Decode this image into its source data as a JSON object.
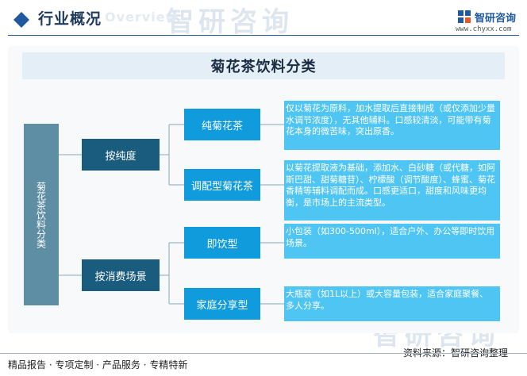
{
  "header": {
    "title": "行业概况",
    "ghost": "Overview",
    "logo_name": "智研咨询",
    "logo_url": "www.chyxx.com"
  },
  "diagram": {
    "title": "菊花茶饮料分类",
    "root": "菊花茶饮料分类",
    "branches": [
      {
        "label": "按纯度",
        "items": [
          {
            "label": "纯菊花茶",
            "desc": "仅以菊花为原料，加水提取后直接制成（或仅添加少量水调节浓度），无其他辅料。口感较清淡，可能带有菊花本身的微苦味，突出原香。"
          },
          {
            "label": "调配型菊花茶",
            "desc": "以菊花提取液为基础，添加水、白砂糖（或代糖，如阿斯巴甜、甜菊糖苷）、柠檬酸（调节酸度）、蜂蜜、菊花香精等辅料调配而成。口感更适口，甜度和风味更均衡，是市场上的主流类型。"
          }
        ]
      },
      {
        "label": "按消费场景",
        "items": [
          {
            "label": "即饮型",
            "desc": "小包装（如300-500ml），适合户外、办公等即时饮用场景。"
          },
          {
            "label": "家庭分享型",
            "desc": "大瓶装（如1L以上）或大容量包装，适合家庭聚餐、多人分享。"
          }
        ]
      }
    ]
  },
  "footer": {
    "left": "精品报告 · 专项定制 · 产品服务 · 专精特新",
    "source": "资料来源：智研咨询整理"
  },
  "watermark": "智研咨询",
  "colors": {
    "root": "#5e8ea3",
    "level2": "#1a5c7e",
    "level3": "#0f9bdc",
    "desc": "#4fc5f4",
    "accent": "#1f5aa0"
  }
}
